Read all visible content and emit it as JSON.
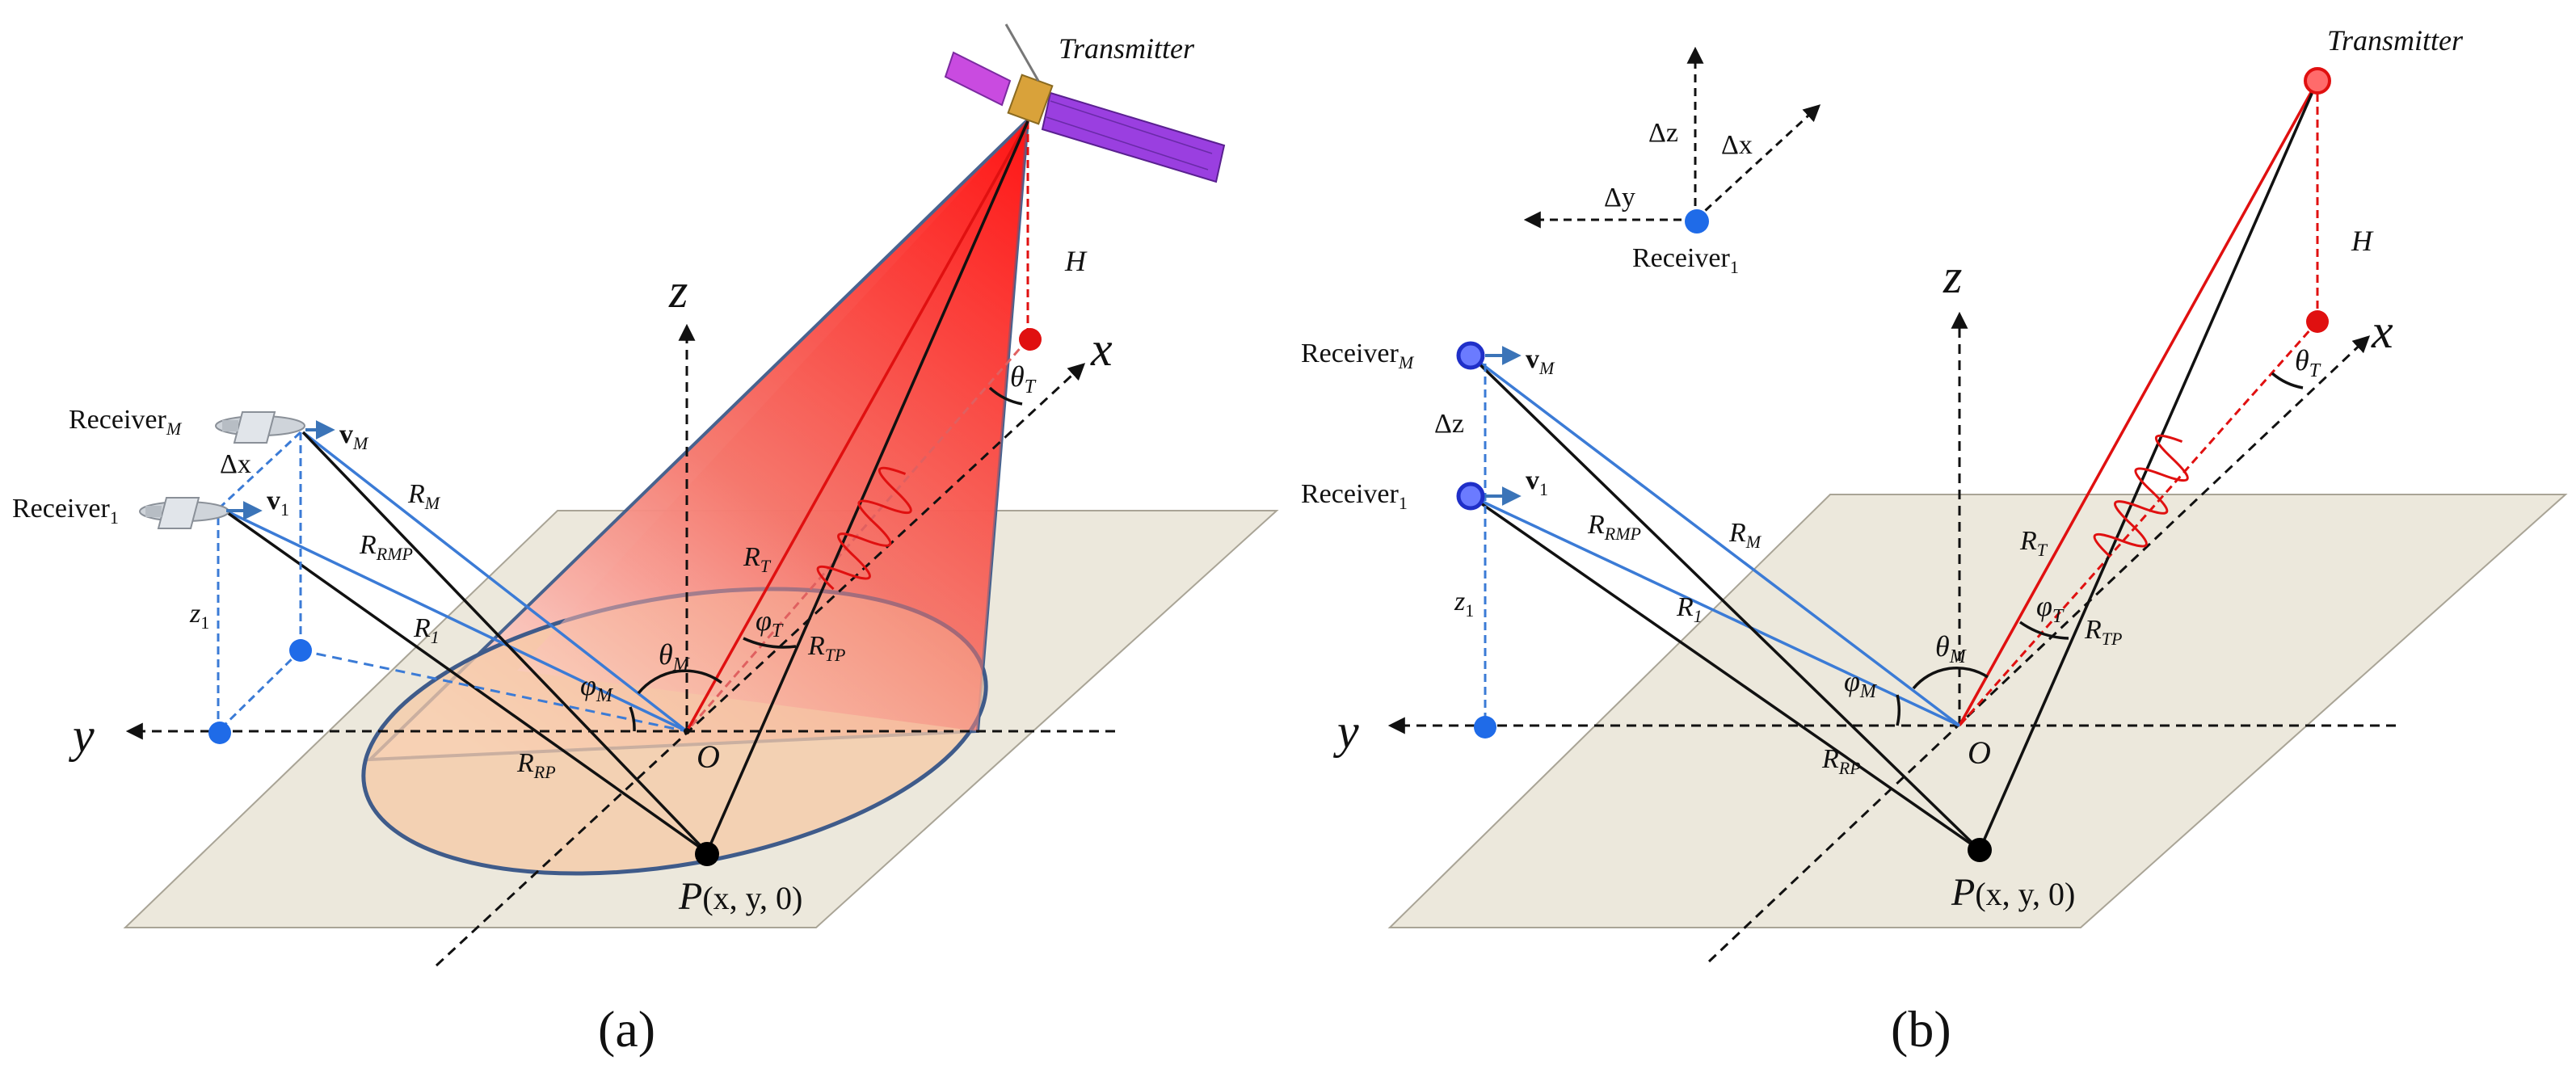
{
  "colors": {
    "plane_fill": "#ece8dc",
    "plane_stroke": "#a9a496",
    "beam_red": "#ff1a1a",
    "footprint_fill": "#f5c9a5",
    "footprint_stroke": "#3f5b8a",
    "blue_line": "#3b7bd6",
    "blue_dot": "#1f6be8",
    "red_line": "#e01010",
    "dark_line": "#111111"
  },
  "panel_a": {
    "label": "(a)",
    "transmitter": "Transmitter",
    "axis_x": "x",
    "axis_y": "y",
    "axis_z": "z",
    "H": "H",
    "theta_T": "θ",
    "theta_T_sub": "T",
    "theta_M": "θ",
    "theta_M_sub": "M",
    "phi_T": "φ",
    "phi_T_sub": "T",
    "phi_M": "φ",
    "phi_M_sub": "M",
    "R_T": "R",
    "R_T_sub": "T",
    "R_TP": "R",
    "R_TP_sub": "TP",
    "R_M": "R",
    "R_M_sub": "M",
    "R_RMP": "R",
    "R_RMP_sub": "RMP",
    "R_1": "R",
    "R_1_sub": "1",
    "R_RP": "R",
    "R_RP_sub": "RP",
    "origin": "O",
    "point_P": "P",
    "point_P_coords": "(x, y, 0)",
    "receiver_M": "Receiver",
    "receiver_M_sub": "M",
    "receiver_1": "Receiver",
    "receiver_1_sub": "1",
    "v_M": "v",
    "v_M_sub": "M",
    "v_1": "v",
    "v_1_sub": "1",
    "delta_x": "Δx",
    "z_1": "z",
    "z_1_sub": "1"
  },
  "panel_b": {
    "label": "(b)",
    "transmitter": "Transmitter",
    "axis_x": "x",
    "axis_y": "y",
    "axis_z": "z",
    "H": "H",
    "theta_T": "θ",
    "theta_T_sub": "T",
    "theta_M": "θ",
    "theta_M_sub": "M",
    "phi_T": "φ",
    "phi_T_sub": "T",
    "phi_M": "φ",
    "phi_M_sub": "M",
    "R_T": "R",
    "R_T_sub": "T",
    "R_TP": "R",
    "R_TP_sub": "TP",
    "R_M": "R",
    "R_M_sub": "M",
    "R_RMP": "R",
    "R_RMP_sub": "RMP",
    "R_1": "R",
    "R_1_sub": "1",
    "R_RP": "R",
    "R_RP_sub": "RP",
    "origin": "O",
    "point_P": "P",
    "point_P_coords": "(x, y, 0)",
    "receiver_M": "Receiver",
    "receiver_M_sub": "M",
    "receiver_1": "Receiver",
    "receiver_1_sub": "1",
    "v_M": "v",
    "v_M_sub": "M",
    "v_1": "v",
    "v_1_sub": "1",
    "delta_z": "Δz",
    "z_1": "z",
    "z_1_sub": "1",
    "inset_dz": "Δz",
    "inset_dx": "Δx",
    "inset_dy": "Δy",
    "inset_receiver": "Receiver",
    "inset_receiver_sub": "1"
  }
}
